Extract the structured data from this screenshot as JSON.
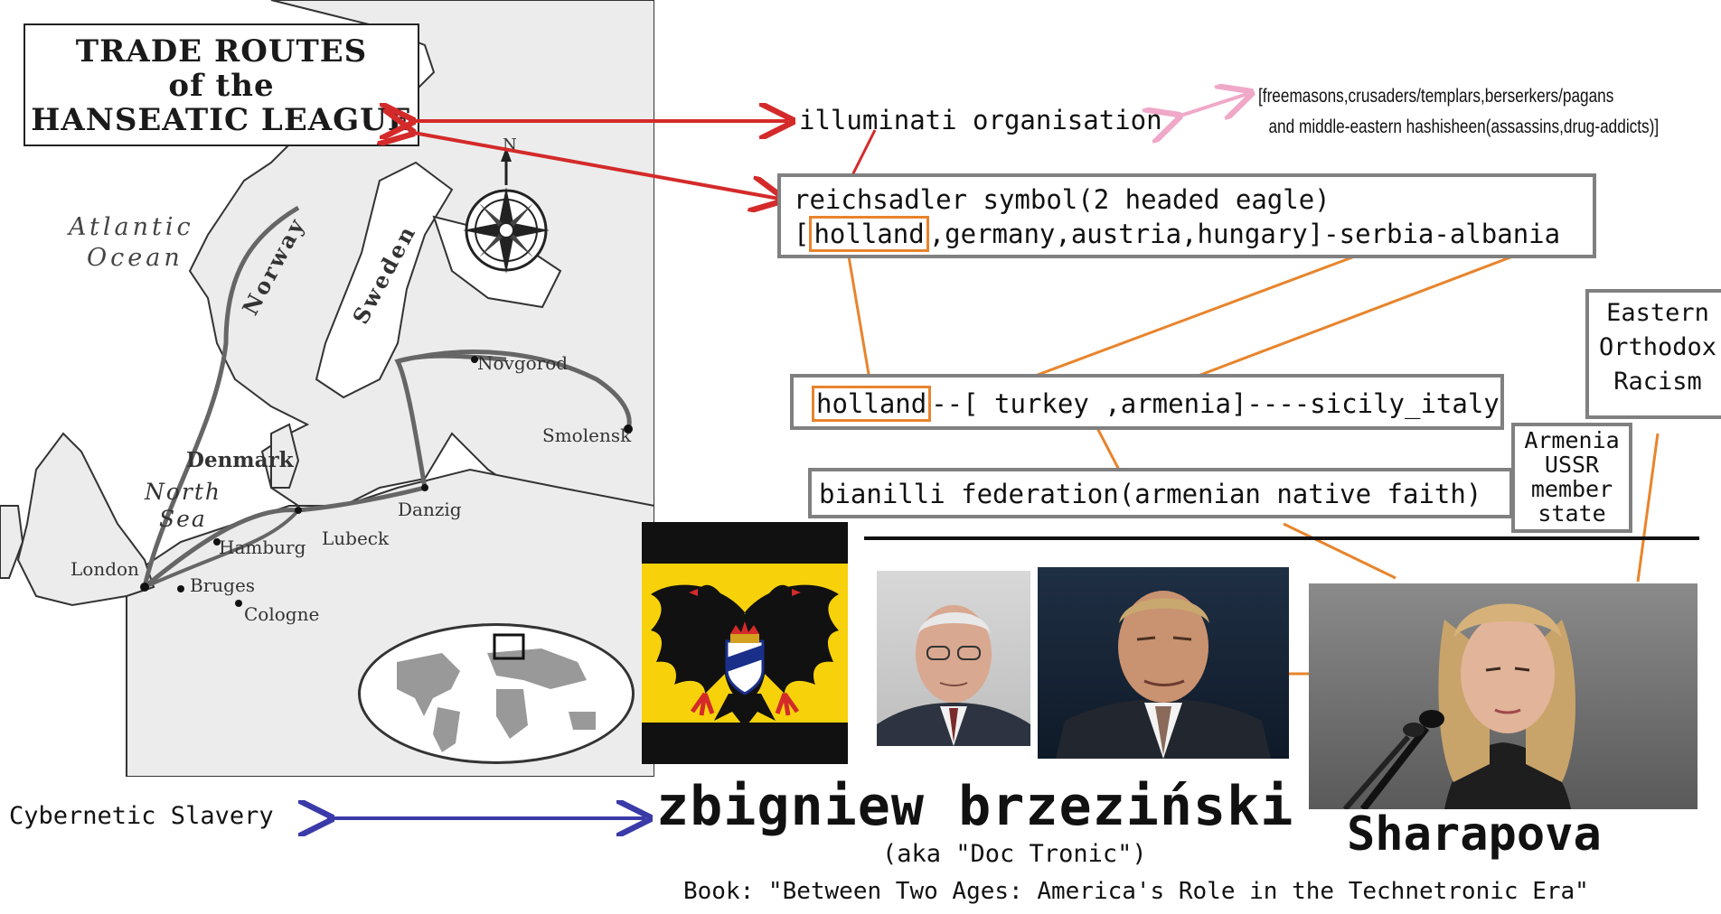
{
  "map": {
    "title_lines": [
      "TRADE ROUTES",
      "of the",
      "HANSEATIC LEAGUE"
    ],
    "compass_letter": "N",
    "labels": {
      "atlantic_1": "Atlantic",
      "atlantic_2": "Ocean",
      "norway": "Norway",
      "sweden": "Sweden",
      "novgorod": "Novgorod",
      "smolensk": "Smolensk",
      "denmark": "Denmark",
      "north": "North",
      "sea": "Sea",
      "danzig": "Danzig",
      "hamburg": "Hamburg",
      "lubeck": "Lubeck",
      "london": "London",
      "bruges": "Bruges",
      "cologne": "Cologne"
    }
  },
  "annotations": {
    "illuminati": "illuminati organisation",
    "groups_line1": "[freemasons,crusaders/templars,berserkers/pagans",
    "groups_line2": "and middle-eastern hashisheen(assassins,drug-addicts)]",
    "reichsadler_line1": "reichsadler symbol(2 headed eagle)",
    "reichsadler_open": "[",
    "reichsadler_holland": "holland",
    "reichsadler_rest": ",germany,austria,hungary]-serbia-albania",
    "holland2": "holland",
    "chain_rest": "--[ turkey ,armenia]----sicily_italy",
    "bianilli": "bianilli federation(armenian native faith)",
    "eastern": [
      "Eastern",
      "Orthodox",
      "Racism"
    ],
    "armenia": [
      "Armenia",
      "USSR",
      "member",
      "state"
    ],
    "cybernetic": "Cybernetic Slavery",
    "zbigniew": "zbigniew brzeziński",
    "aka": "(aka \"Doc Tronic\")",
    "sharapova": "Sharapova",
    "book": "Book: \"Between Two Ages: America's Role in the Technetronic Era\""
  },
  "colors": {
    "red_arrow": "#d42a2a",
    "pink_arrow": "#f0a8c8",
    "orange": "#e8842c",
    "blue_arrow": "#3a3aa8",
    "box_gray": "#808080",
    "flag_yellow": "#f7d20a"
  }
}
